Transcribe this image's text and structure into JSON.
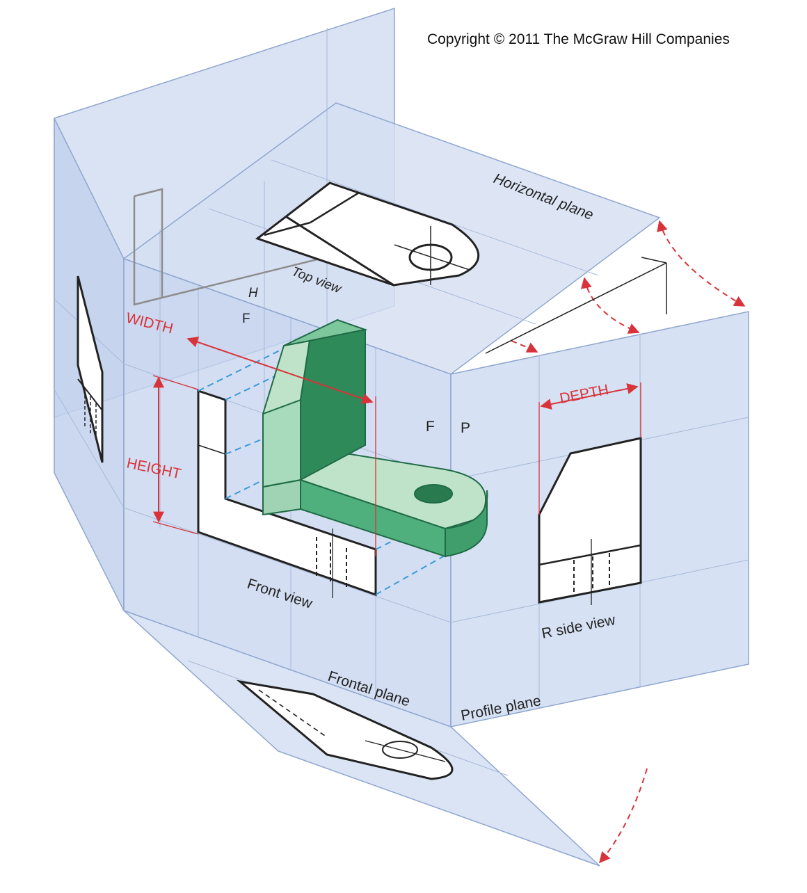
{
  "copyright": "Copyright © 2011 The McGraw Hill Companies",
  "labels": {
    "horizontal_plane": "Horizontal plane",
    "top_view": "Top view",
    "fold_h": "H",
    "fold_f_top": "F",
    "fold_f_side": "F",
    "fold_p": "P",
    "width": "WIDTH",
    "height": "HEIGHT",
    "depth": "DEPTH",
    "front_view": "Front view",
    "r_side_view": "R side view",
    "frontal_plane": "Frontal plane",
    "profile_plane": "Profile plane"
  },
  "colors": {
    "plane_fill": "#c9d6ee",
    "plane_edge": "#8fa6cf",
    "dim_red": "#d8333a",
    "projector_blue": "#3b9ad9",
    "part_green": "#4fb07d",
    "part_green_dark": "#2f8a5a",
    "part_green_light": "#bfe3c8",
    "view_line": "#222222"
  }
}
